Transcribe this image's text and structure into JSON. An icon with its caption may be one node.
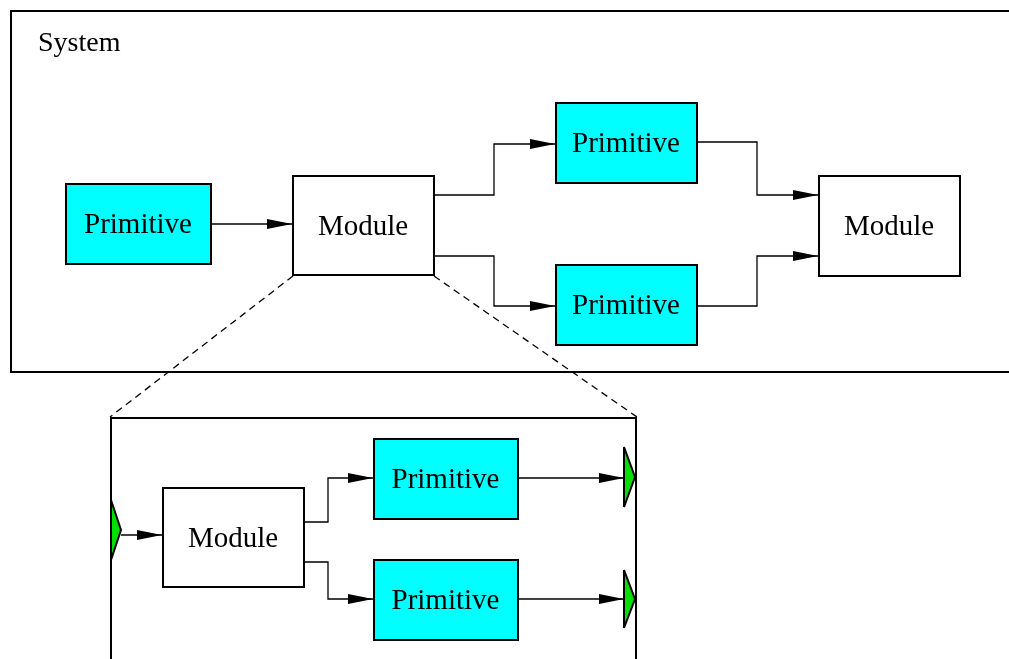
{
  "diagram": {
    "nodes": [
      {
        "text": [
          "System"
        ]
      },
      {
        "text": [
          "Primitive"
        ],
        "in": 0
      },
      {
        "text": [
          "Module"
        ],
        "in": 0
      },
      {
        "text": [
          "Primitive"
        ],
        "in": 0
      },
      {
        "text": [
          "Primitive"
        ],
        "in": 0
      },
      {
        "text": [
          "Module"
        ],
        "in": 0
      },
      {
        "text": [],
        "shape": "box"
      },
      {
        "text": [],
        "shape": "triangle",
        "in": 6
      },
      {
        "text": [
          "Module"
        ],
        "in": 6
      },
      {
        "text": [
          "Primitive"
        ],
        "in": 6
      },
      {
        "text": [
          "Primitive"
        ],
        "in": 6
      },
      {
        "text": [],
        "shape": "triangle",
        "in": 6
      },
      {
        "text": [],
        "shape": "triangle",
        "in": 6
      }
    ],
    "edges": [
      {
        "from": 1,
        "to": 2,
        "arrow": "to"
      },
      {
        "from": 2,
        "to": 3,
        "arrow": "to"
      },
      {
        "from": 2,
        "to": 4,
        "arrow": "to"
      },
      {
        "from": 3,
        "to": 5,
        "arrow": "to"
      },
      {
        "from": 4,
        "to": 5,
        "arrow": "to"
      },
      {
        "from": 2,
        "to": 6,
        "arrow": "none",
        "style": "dashed"
      },
      {
        "from": 2,
        "to": 6,
        "arrow": "none",
        "style": "dashed"
      },
      {
        "from": 7,
        "to": 8,
        "arrow": "to"
      },
      {
        "from": 8,
        "to": 9,
        "arrow": "to"
      },
      {
        "from": 8,
        "to": 10,
        "arrow": "to"
      },
      {
        "from": 9,
        "to": 11,
        "arrow": "to"
      },
      {
        "from": 10,
        "to": 12,
        "arrow": "to"
      }
    ]
  }
}
